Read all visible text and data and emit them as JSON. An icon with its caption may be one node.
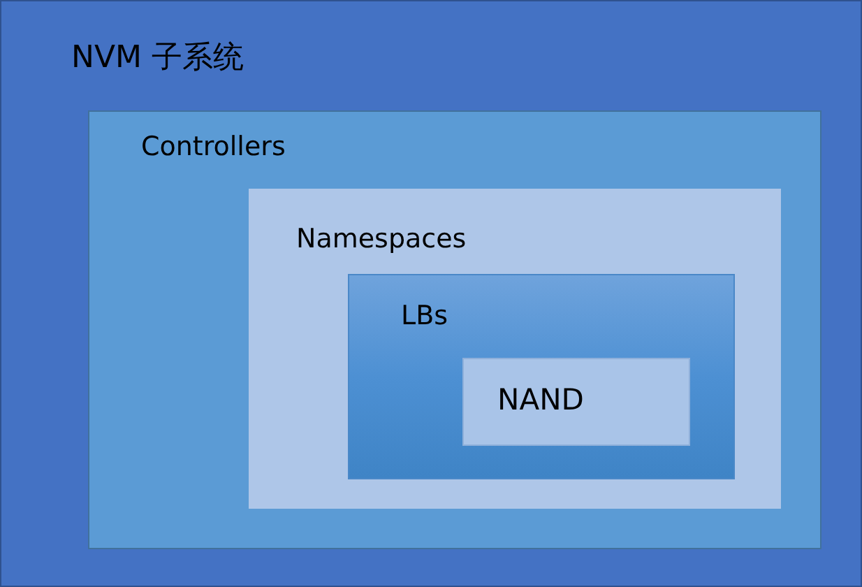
{
  "diagram": {
    "nodes": [
      {
        "text": [
          "NVM 子系统"
        ]
      },
      {
        "text": [
          "Controllers"
        ],
        "in": 0
      },
      {
        "text": [
          "Namespaces"
        ],
        "in": 1
      },
      {
        "text": [
          "LBs"
        ],
        "in": 2
      },
      {
        "text": [
          "NAND"
        ],
        "in": 3
      }
    ]
  }
}
